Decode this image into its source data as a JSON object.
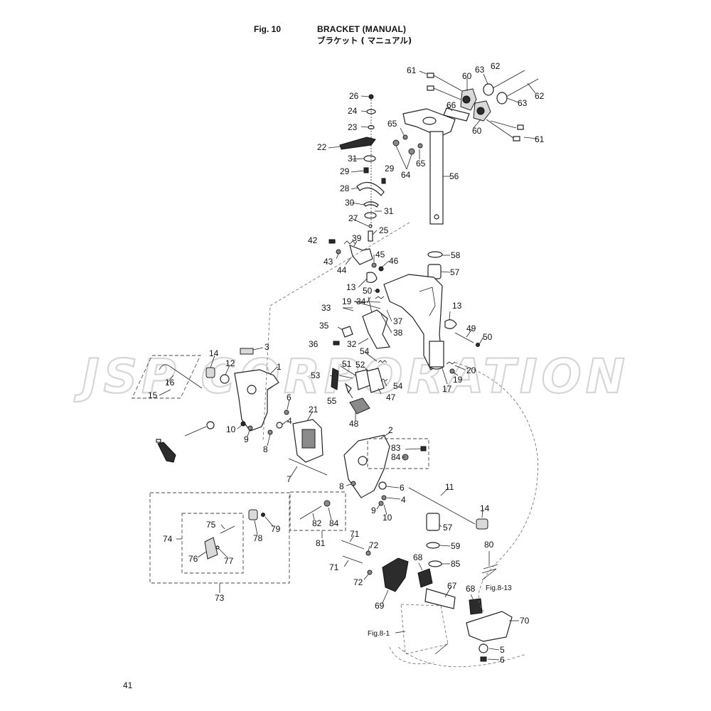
{
  "header": {
    "fig_label": "Fig. 10",
    "title_en": "BRACKET (MANUAL)",
    "title_jp": "ブラケット ( マニュアル)"
  },
  "page_number": "41",
  "watermark_text": "JSP CORPORATION",
  "watermark_color": "#d6d6d6",
  "cross_refs": {
    "fig_8_13": "Fig.8-13",
    "fig_8_1": "Fig.8-1"
  },
  "callouts": {
    "c1": "1",
    "c2": "2",
    "c3": "3",
    "c4": "4",
    "c4b": "4",
    "c5": "5",
    "c6": "6",
    "c6b": "6",
    "c6c": "6",
    "c7": "7",
    "c8": "8",
    "c8b": "8",
    "c9": "9",
    "c9b": "9",
    "c10": "10",
    "c10b": "10",
    "c11": "11",
    "c12": "12",
    "c13": "13",
    "c13b": "13",
    "c14": "14",
    "c14b": "14",
    "c15": "15",
    "c16": "16",
    "c17": "17",
    "c19": "19",
    "c19b": "19",
    "c20": "20",
    "c21": "21",
    "c22": "22",
    "c23": "23",
    "c24": "24",
    "c25": "25",
    "c26": "26",
    "c27": "27",
    "c28": "28",
    "c29": "29",
    "c29b": "29",
    "c30": "30",
    "c31": "31",
    "c31b": "31",
    "c32": "32",
    "c33": "33",
    "c34": "34",
    "c35": "35",
    "c36": "36",
    "c37": "37",
    "c38": "38",
    "c39": "39",
    "c42": "42",
    "c43": "43",
    "c44": "44",
    "c45": "45",
    "c46": "46",
    "c47": "47",
    "c48": "48",
    "c49": "49",
    "c50": "50",
    "c50b": "50",
    "c51": "51",
    "c52": "52",
    "c53": "53",
    "c54": "54",
    "c54b": "54",
    "c55": "55",
    "c56": "56",
    "c57": "57",
    "c57b": "57",
    "c58": "58",
    "c59": "59",
    "c60": "60",
    "c60b": "60",
    "c61": "61",
    "c61b": "61",
    "c62": "62",
    "c62b": "62",
    "c63": "63",
    "c63b": "63",
    "c64": "64",
    "c65": "65",
    "c65b": "65",
    "c66": "66",
    "c67": "67",
    "c68": "68",
    "c68b": "68",
    "c69": "69",
    "c70": "70",
    "c71": "71",
    "c71b": "71",
    "c72": "72",
    "c72b": "72",
    "c73": "73",
    "c74": "74",
    "c75": "75",
    "c76": "76",
    "c77": "77",
    "c78": "78",
    "c79": "79",
    "c80": "80",
    "c81": "81",
    "c82": "82",
    "c83": "83",
    "c84": "84",
    "c84b": "84",
    "c85": "85"
  }
}
